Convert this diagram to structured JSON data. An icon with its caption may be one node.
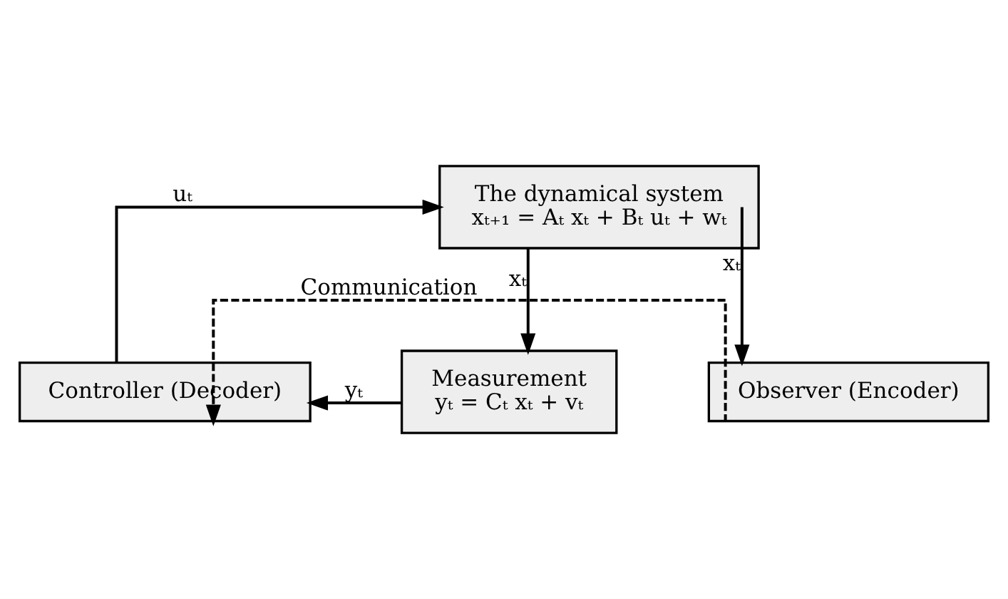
{
  "diagram": {
    "nodes": [
      {
        "text": [
          "The dynamical system",
          "xₜ₊₁ = Aₜ xₜ + Bₜ uₜ + wₜ"
        ]
      },
      {
        "text": [
          "Controller (Decoder)"
        ]
      },
      {
        "text": [
          "Measurement",
          "yₜ = Cₜ xₜ + vₜ"
        ]
      },
      {
        "text": [
          "Observer (Encoder)"
        ]
      }
    ],
    "edges": [
      {
        "from": 1,
        "to": 0,
        "arrow": "to",
        "label": "uₜ"
      },
      {
        "from": 0,
        "to": 2,
        "arrow": "to",
        "label": "xₜ"
      },
      {
        "from": 2,
        "to": 1,
        "arrow": "to",
        "label": "yₜ"
      },
      {
        "from": 0,
        "to": 3,
        "arrow": "to",
        "label": "xₜ"
      },
      {
        "from": 3,
        "to": 1,
        "arrow": "to",
        "label": "Communication",
        "style": "dashed"
      }
    ]
  }
}
